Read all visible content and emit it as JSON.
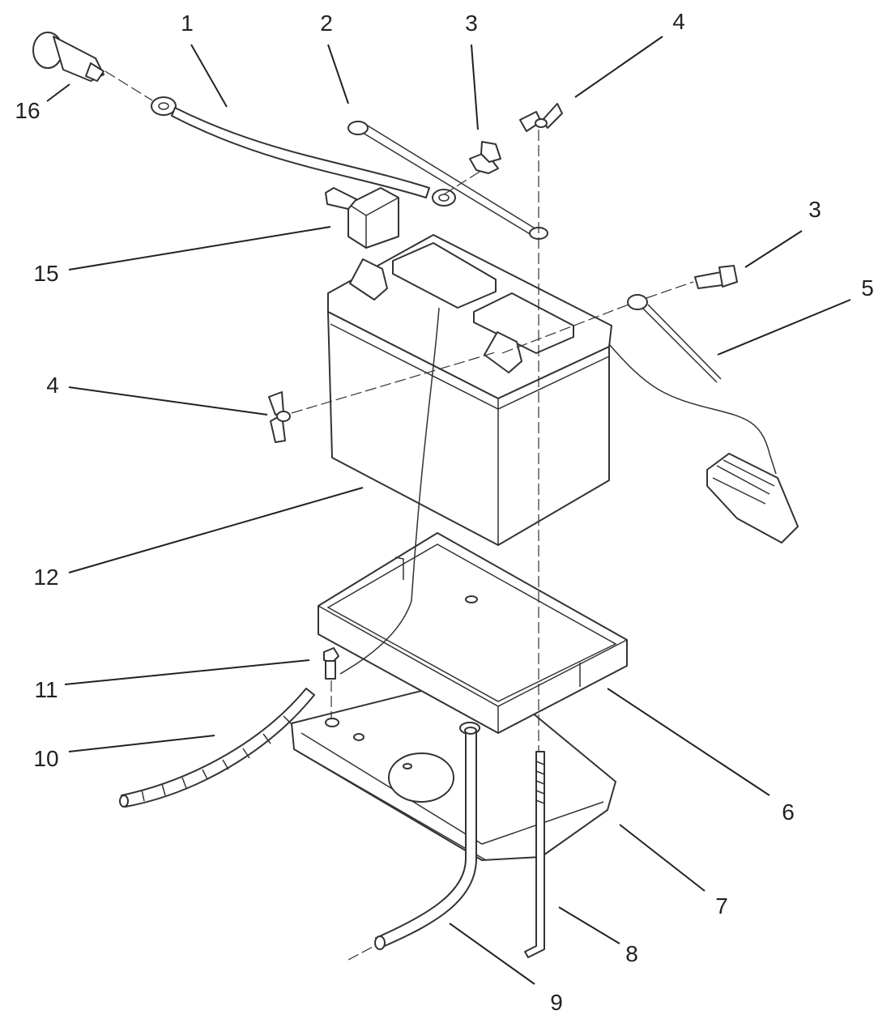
{
  "callouts": [
    {
      "id": "c1",
      "label": "1"
    },
    {
      "id": "c2",
      "label": "2"
    },
    {
      "id": "c3a",
      "label": "3"
    },
    {
      "id": "c4a",
      "label": "4"
    },
    {
      "id": "c3b",
      "label": "3"
    },
    {
      "id": "c5",
      "label": "5"
    },
    {
      "id": "c4b",
      "label": "4"
    },
    {
      "id": "c6",
      "label": "6"
    },
    {
      "id": "c7",
      "label": "7"
    },
    {
      "id": "c8",
      "label": "8"
    },
    {
      "id": "c9",
      "label": "9"
    },
    {
      "id": "c10",
      "label": "10"
    },
    {
      "id": "c11",
      "label": "11"
    },
    {
      "id": "c12",
      "label": "12"
    },
    {
      "id": "c15",
      "label": "15"
    },
    {
      "id": "c16",
      "label": "16"
    }
  ]
}
